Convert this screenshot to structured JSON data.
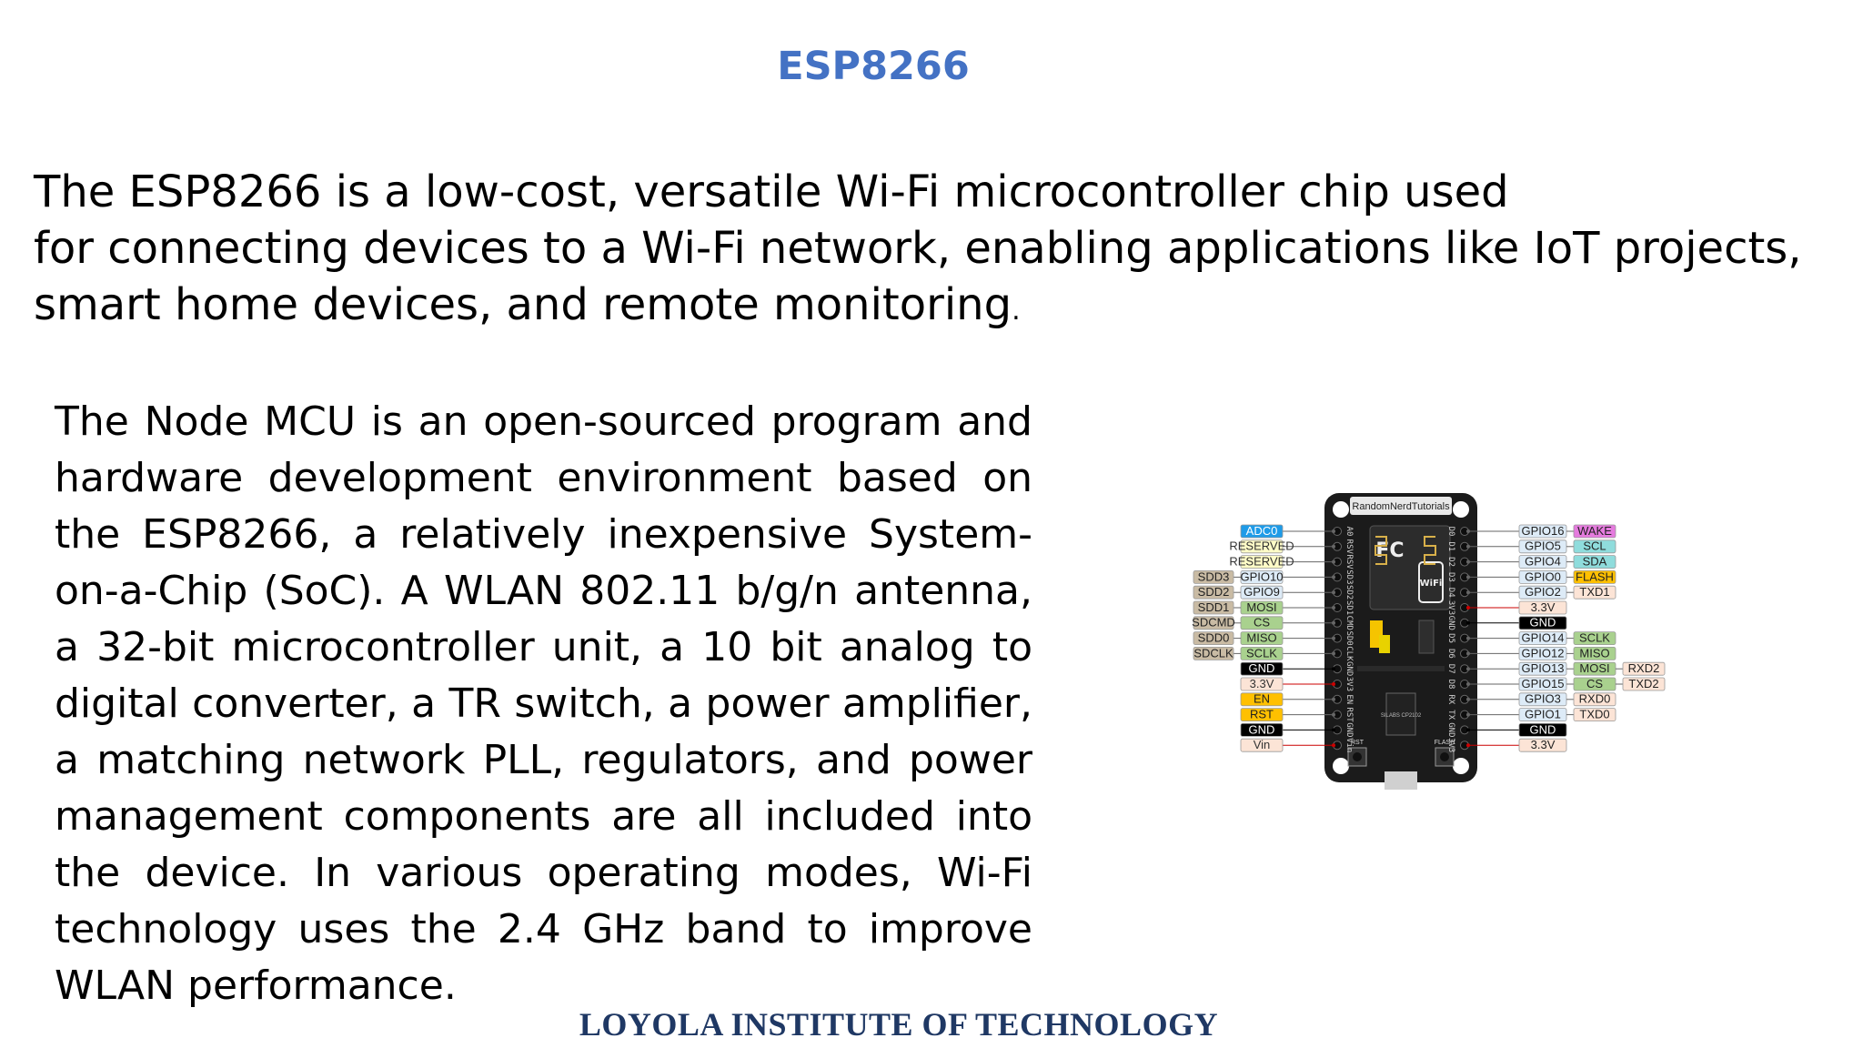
{
  "slide": {
    "title": "ESP8266",
    "intro_lines": [
      "The ESP8266 is a low-cost, versatile Wi-Fi microcontroller chip used",
      "for connecting devices to a Wi-Fi network, enabling applications like IoT projects,",
      "smart home devices, and remote monitoring"
    ],
    "intro_end": ".",
    "body": "The Node MCU is an open-sourced program and hardware development environment based on the ESP8266, a relatively inexpensive System-on-a-Chip (SoC). A WLAN 802.11 b/g/n antenna, a 32-bit microcontroller unit, a 10 bit analog to digital converter, a TR switch, a power amplifier, a matching network PLL, regulators, and power management components are all included into the device. In various operating modes, Wi-Fi technology uses the 2.4 GHz band to improve WLAN performance.",
    "footer": "LOYOLA INSTITUTE OF TECHNOLOGY"
  },
  "pinout": {
    "board_header": "RandomNerdTutorials",
    "wifi_badge": "WiFi",
    "fcc_mark": "FC",
    "chip_text": "SILABS CP2102",
    "rst_label": "RST",
    "flash_label": "FLASH",
    "left_rows": [
      {
        "pin": "ADC0",
        "pin_color": "#1E9BE8",
        "pin_text_color": "#ffffff"
      },
      {
        "pin": "RESERVED",
        "pin_color": "#FFFCC7",
        "pin_text_color": "#333333"
      },
      {
        "pin": "RESERVED",
        "pin_color": "#FFFCC7",
        "pin_text_color": "#333333"
      },
      {
        "pin": "GPIO10",
        "pin_color": "#DDEBF7",
        "pin_text_color": "#222222",
        "extra": "SDD3"
      },
      {
        "pin": "GPIO9",
        "pin_color": "#DDEBF7",
        "pin_text_color": "#222222",
        "extra": "SDD2"
      },
      {
        "pin": "MOSI",
        "pin_color": "#A9D18E",
        "pin_text_color": "#222222",
        "extra": "SDD1"
      },
      {
        "pin": "CS",
        "pin_color": "#A9D18E",
        "pin_text_color": "#222222",
        "extra": "SDCMD"
      },
      {
        "pin": "MISO",
        "pin_color": "#A9D18E",
        "pin_text_color": "#222222",
        "extra": "SDD0"
      },
      {
        "pin": "SCLK",
        "pin_color": "#A9D18E",
        "pin_text_color": "#222222",
        "extra": "SDCLK"
      },
      {
        "pin": "GND",
        "pin_color": "#000000",
        "pin_text_color": "#ffffff"
      },
      {
        "pin": "3.3V",
        "pin_color": "#FCE4D6",
        "pin_text_color": "#333333"
      },
      {
        "pin": "EN",
        "pin_color": "#FFC000",
        "pin_text_color": "#222222"
      },
      {
        "pin": "RST",
        "pin_color": "#FFC000",
        "pin_text_color": "#222222"
      },
      {
        "pin": "GND",
        "pin_color": "#000000",
        "pin_text_color": "#ffffff"
      },
      {
        "pin": "Vin",
        "pin_color": "#FCE4D6",
        "pin_text_color": "#333333"
      }
    ],
    "right_rows": [
      {
        "pin": "GPIO16",
        "extras": [
          {
            "label": "WAKE",
            "color": "#E57BDE"
          }
        ]
      },
      {
        "pin": "GPIO5",
        "extras": [
          {
            "label": "SCL",
            "color": "#8FDCDC"
          }
        ]
      },
      {
        "pin": "GPIO4",
        "extras": [
          {
            "label": "SDA",
            "color": "#8FDCDC"
          }
        ]
      },
      {
        "pin": "GPIO0",
        "extras": [
          {
            "label": "FLASH",
            "color": "#FFC000"
          }
        ]
      },
      {
        "pin": "GPIO2",
        "extras": [
          {
            "label": "TXD1",
            "color": "#FCE4D6"
          }
        ]
      },
      {
        "pin": "3.3V",
        "pin_color": "#FCE4D6",
        "extras": []
      },
      {
        "pin": "GND",
        "pin_color": "#000000",
        "pin_text_color": "#ffffff",
        "extras": []
      },
      {
        "pin": "GPIO14",
        "extras": [
          {
            "label": "SCLK",
            "color": "#A9D18E"
          }
        ]
      },
      {
        "pin": "GPIO12",
        "extras": [
          {
            "label": "MISO",
            "color": "#A9D18E"
          }
        ]
      },
      {
        "pin": "GPIO13",
        "extras": [
          {
            "label": "MOSI",
            "color": "#A9D18E"
          },
          {
            "label": "RXD2",
            "color": "#FCE4D6"
          }
        ]
      },
      {
        "pin": "GPIO15",
        "extras": [
          {
            "label": "CS",
            "color": "#A9D18E"
          },
          {
            "label": "TXD2",
            "color": "#FCE4D6"
          }
        ]
      },
      {
        "pin": "GPIO3",
        "extras": [
          {
            "label": "RXD0",
            "color": "#FCE4D6"
          }
        ]
      },
      {
        "pin": "GPIO1",
        "extras": [
          {
            "label": "TXD0",
            "color": "#FCE4D6"
          }
        ]
      },
      {
        "pin": "GND",
        "pin_color": "#000000",
        "pin_text_color": "#ffffff",
        "extras": []
      },
      {
        "pin": "3.3V",
        "pin_color": "#FCE4D6",
        "extras": []
      }
    ],
    "board_left_silk": [
      "A0",
      "RSV",
      "RSV",
      "SD3",
      "SD2",
      "SD1",
      "CMD",
      "SD0",
      "CLK",
      "GND",
      "3V3",
      "EN",
      "RST",
      "GND",
      "Vin"
    ],
    "board_right_silk": [
      "D0",
      "D1",
      "D2",
      "D3",
      "D4",
      "3V3",
      "GND",
      "D5",
      "D6",
      "D7",
      "D8",
      "RX",
      "TX",
      "GND",
      "3V3"
    ]
  }
}
